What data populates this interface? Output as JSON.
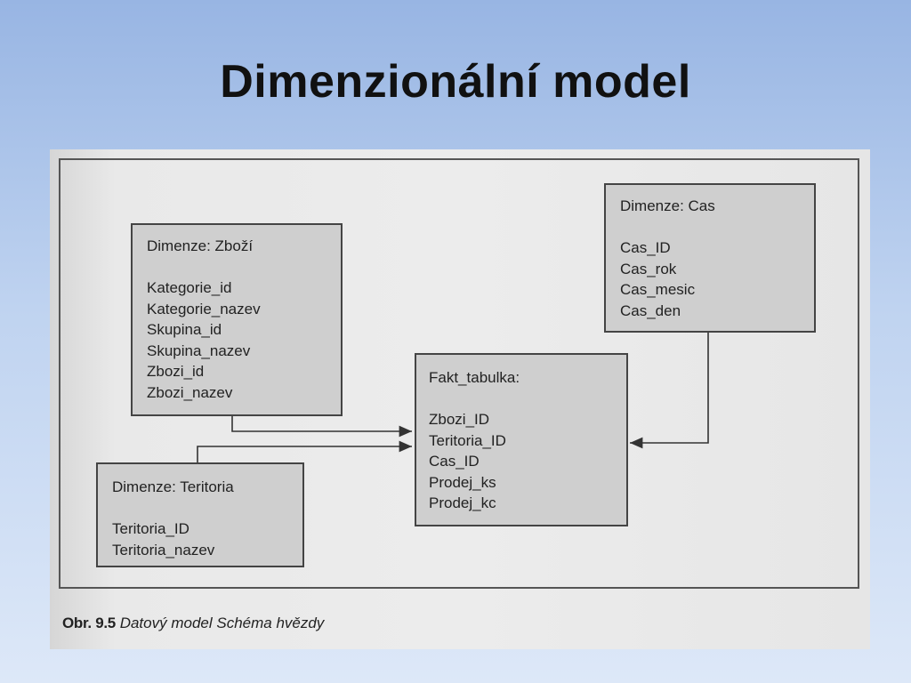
{
  "slide": {
    "title": "Dimenzionální model"
  },
  "figure": {
    "caption_number": "Obr. 9.5",
    "caption_text": "Datový model Schéma hvězdy"
  },
  "boxes": {
    "zbozi": {
      "heading": "Dimenze: Zboží",
      "fields": [
        "Kategorie_id",
        "Kategorie_nazev",
        "Skupina_id",
        "Skupina_nazev",
        "Zbozi_id",
        "Zbozi_nazev"
      ]
    },
    "teritoria": {
      "heading": "Dimenze: Teritoria",
      "fields": [
        "Teritoria_ID",
        "Teritoria_nazev"
      ]
    },
    "cas": {
      "heading": "Dimenze: Cas",
      "fields": [
        "Cas_ID",
        "Cas_rok",
        "Cas_mesic",
        "Cas_den"
      ]
    },
    "fakt": {
      "heading": "Fakt_tabulka:",
      "fields": [
        "Zbozi_ID",
        "Teritoria_ID",
        "Cas_ID",
        "Prodej_ks",
        "Prodej_kc"
      ]
    }
  }
}
